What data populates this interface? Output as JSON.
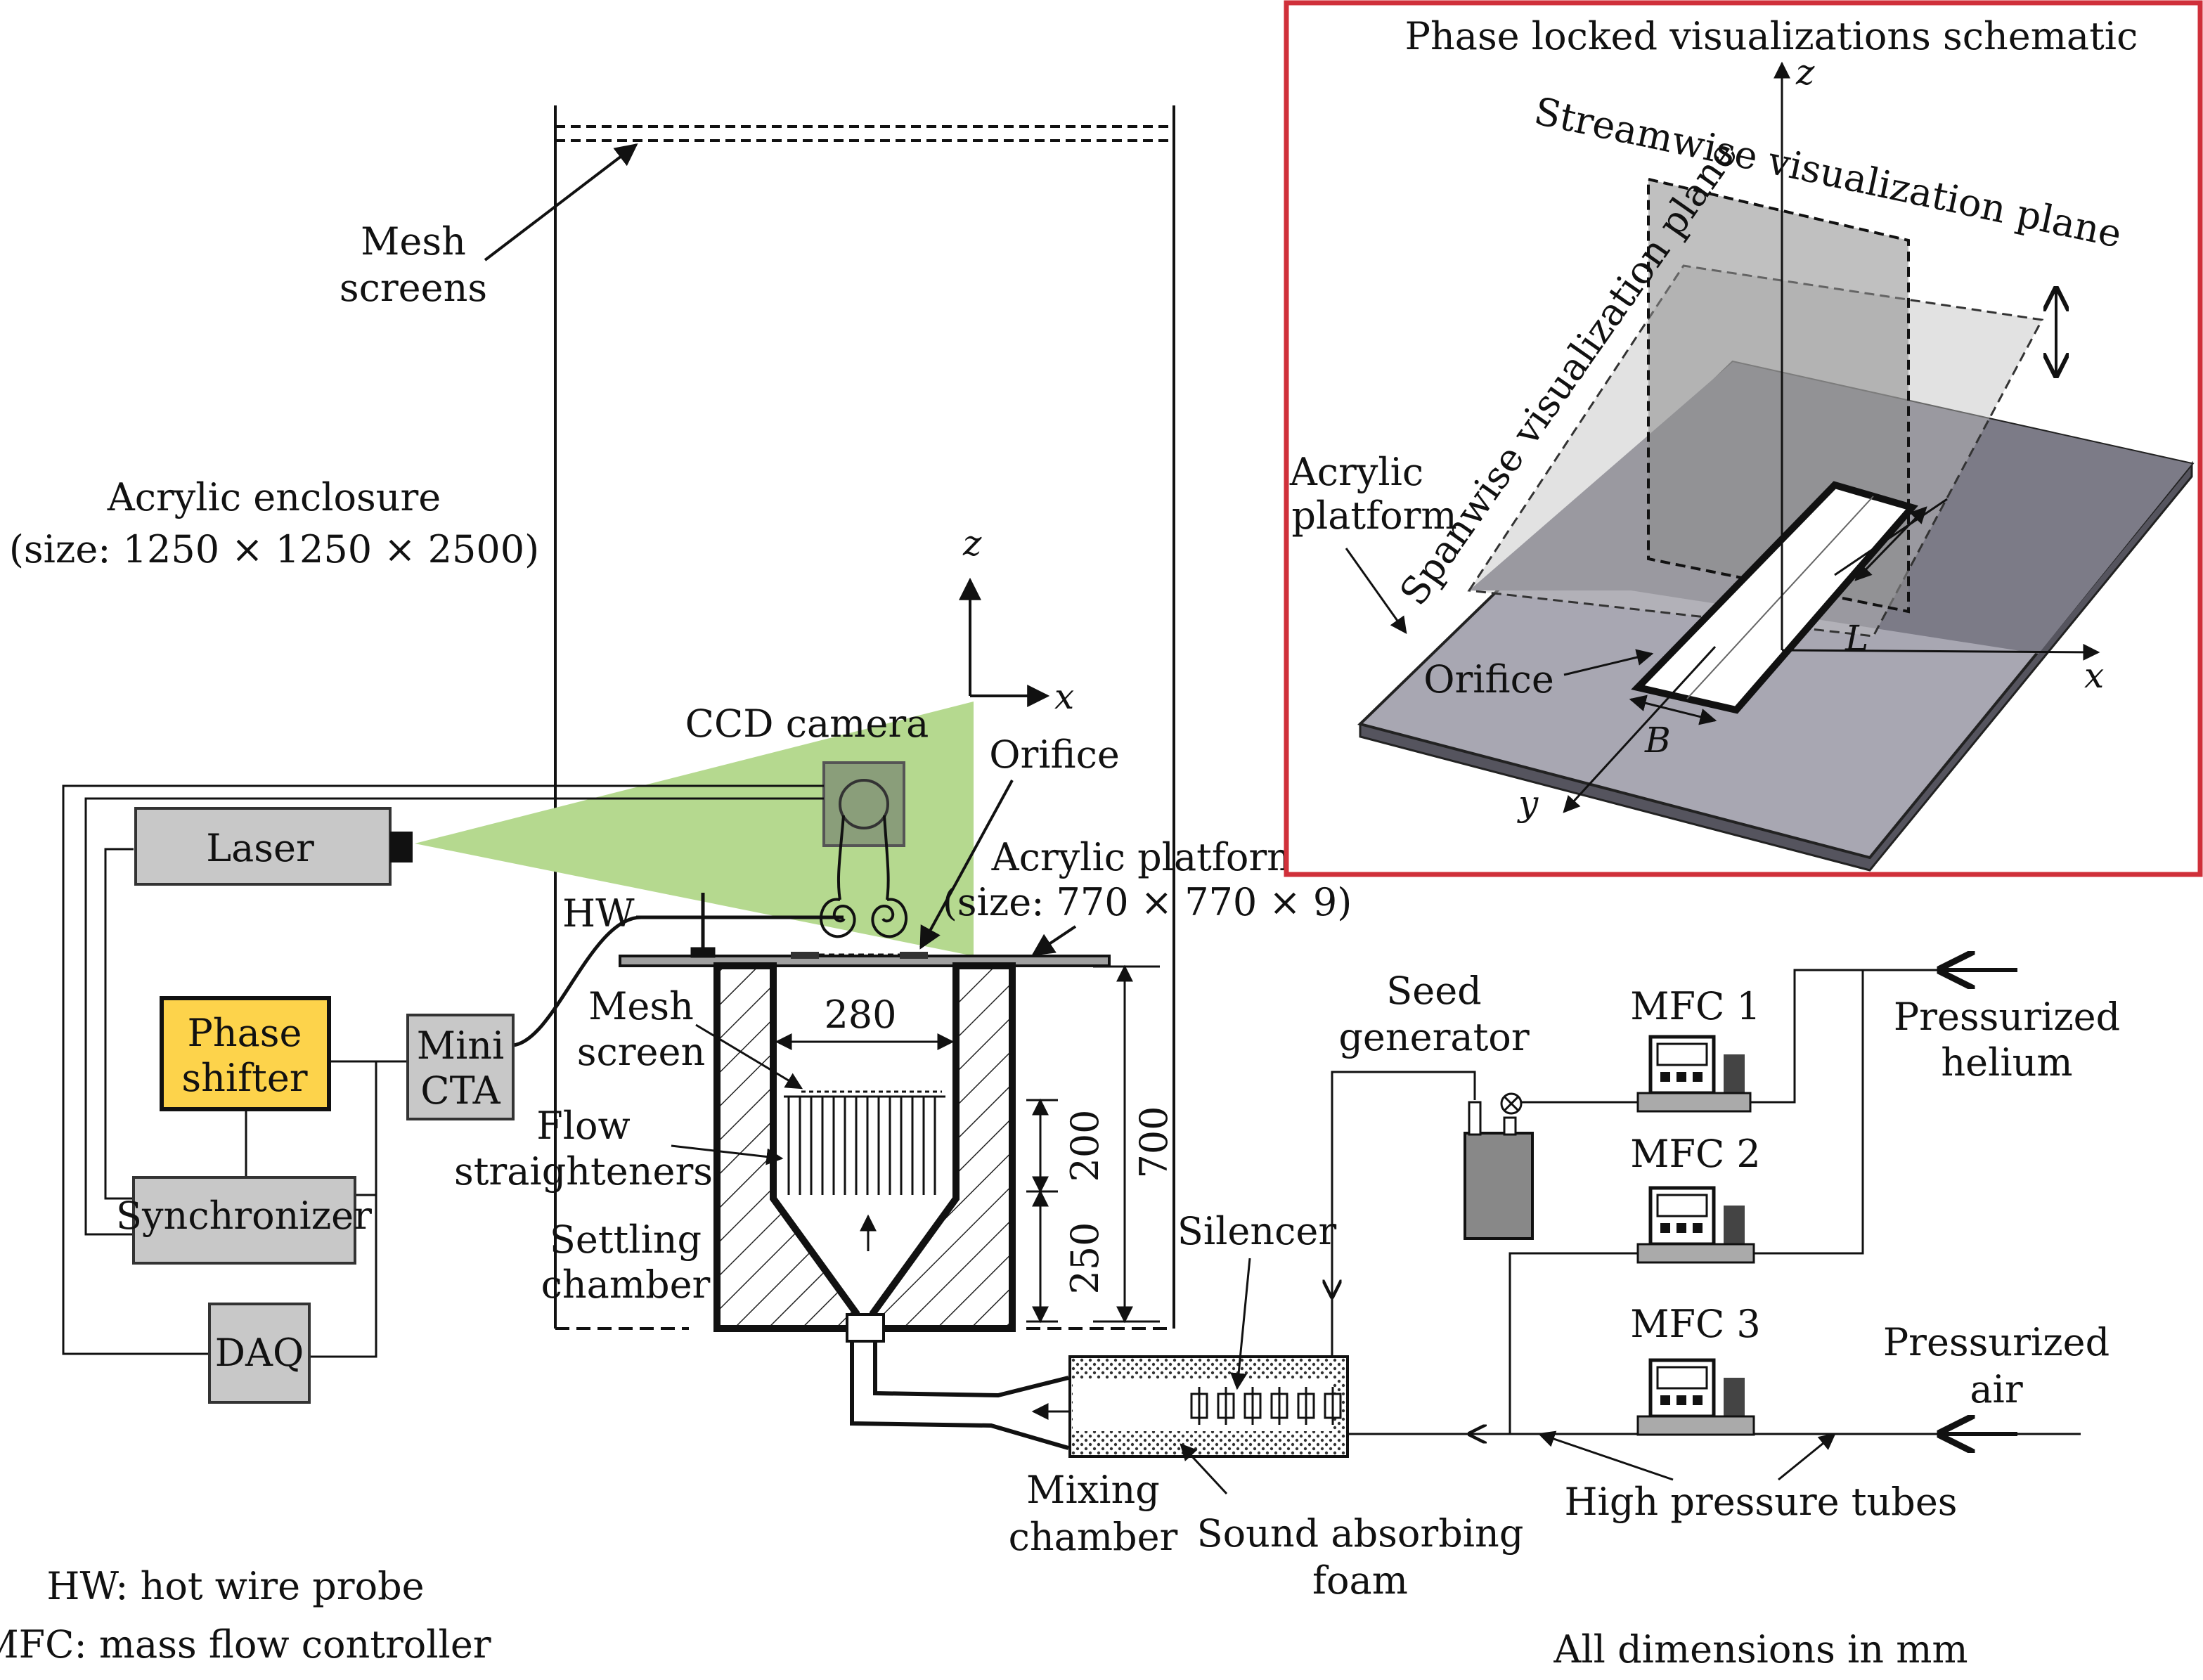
{
  "labels": {
    "mesh_screens": [
      "Mesh",
      "screens"
    ],
    "enclosure": [
      "Acrylic enclosure",
      "(size: 1250 × 1250 × 2500)"
    ],
    "ccd_camera": "CCD camera",
    "orifice": "Orifice",
    "acrylic_platform": [
      "Acrylic platform",
      "(size: 770 × 770 × 9)"
    ],
    "laser": "Laser",
    "hw": "HW",
    "phase_shifter": [
      "Phase",
      "shifter"
    ],
    "mini_cta": [
      "Mini",
      "CTA"
    ],
    "synchronizer": "Synchronizer",
    "daq": "DAQ",
    "mesh_screen": [
      "Mesh",
      "screen"
    ],
    "flow_straighteners": [
      "Flow",
      "straighteners"
    ],
    "settling_chamber": [
      "Settling",
      "chamber"
    ],
    "dim_280": "280",
    "dim_200": "200",
    "dim_250": "250",
    "dim_700": "700",
    "seed_generator": [
      "Seed",
      "generator"
    ],
    "silencer": "Silencer",
    "mixing_chamber": [
      "Mixing",
      "chamber"
    ],
    "sound_foam": [
      "Sound absorbing",
      "foam"
    ],
    "mfc1": "MFC 1",
    "mfc2": "MFC 2",
    "mfc3": "MFC 3",
    "pressurized_helium": [
      "Pressurized",
      "helium"
    ],
    "pressurized_air": [
      "Pressurized",
      "air"
    ],
    "high_pressure_tubes": "High pressure tubes",
    "hw_def": "HW: hot wire probe",
    "mfc_def": "MFC: mass flow controller",
    "dims_note": "All dimensions in mm",
    "axis_z": "z",
    "axis_x": "x"
  },
  "inset": {
    "title": "Phase locked visualizations schematic",
    "streamwise": "Streamwise visualization plane",
    "spanwise": "Spanwise visualization plane",
    "acrylic_platform": [
      "Acrylic",
      "platform"
    ],
    "orifice": "Orifice",
    "L": "L",
    "B": "B",
    "x": "x",
    "y": "y",
    "z": "z"
  },
  "colors": {
    "phase_shifter_fill": "#fdd34b",
    "box_fill": "#c8c8c8",
    "laser_sheet": "#b5d98f",
    "inset_border": "#d0303a",
    "platform_dark": "#7c7b87",
    "platform_light": "#a8a7b2"
  }
}
